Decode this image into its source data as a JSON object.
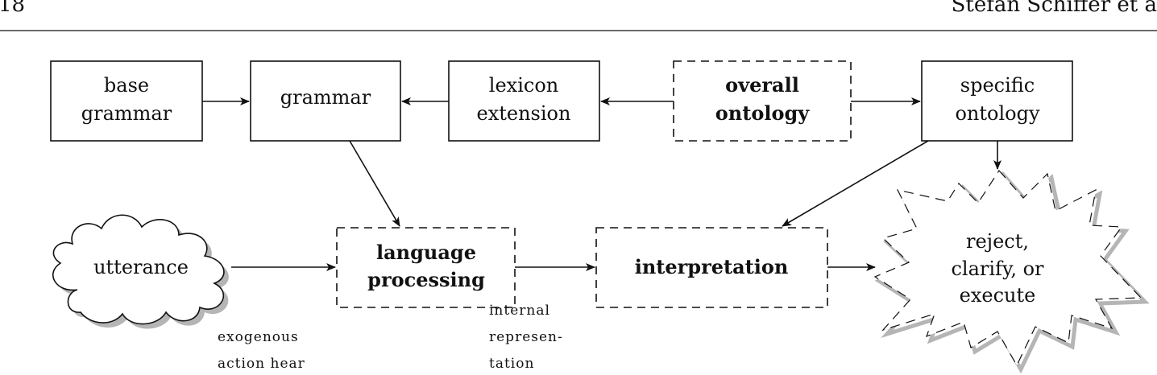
{
  "header": {
    "page_number": "18",
    "running_head": "Stefan Schiffer et a"
  },
  "nodes": {
    "base_grammar": [
      "base",
      "grammar"
    ],
    "grammar": [
      "grammar"
    ],
    "lexicon_extension": [
      "lexicon",
      "extension"
    ],
    "overall_ontology": [
      "overall",
      "ontology"
    ],
    "specific_ontology": [
      "specific",
      "ontology"
    ],
    "utterance": [
      "utterance"
    ],
    "language_processing": [
      "language",
      "processing"
    ],
    "interpretation": [
      "interpretation"
    ],
    "outcome": [
      "reject,",
      "clarify, or",
      "execute"
    ]
  },
  "edge_labels": {
    "exogenous_action": [
      "exogenous",
      "action hear"
    ],
    "internal_representation": [
      "internal",
      "represen-",
      "tation"
    ]
  }
}
